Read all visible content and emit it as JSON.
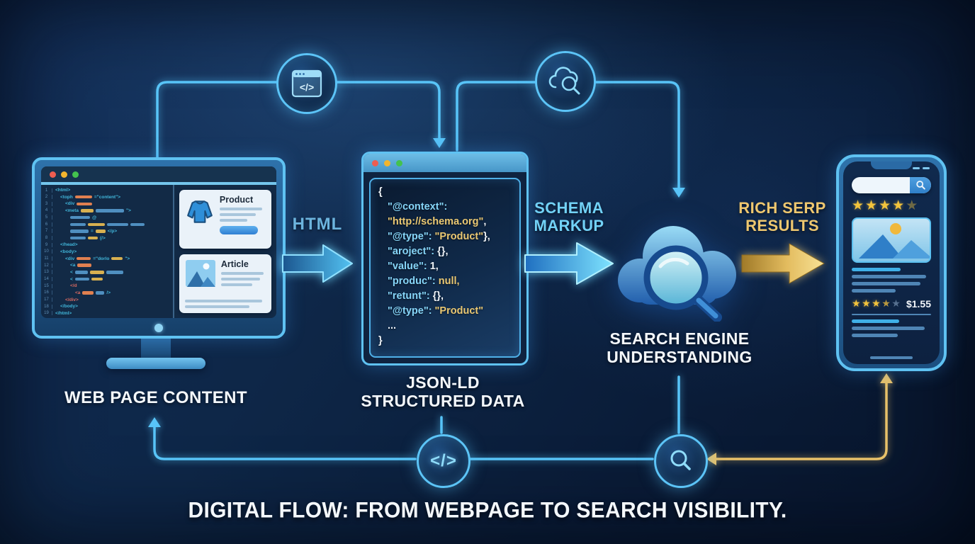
{
  "caption": "DIGITAL FLOW: FROM WEBPAGE TO SEARCH VISIBILITY.",
  "colors": {
    "line_blue": "#58c4f8",
    "line_gold": "#e8c169",
    "accent_cyan": "#72d2f7",
    "accent_gold": "#eec76f",
    "window_border": "#5fc2f2",
    "dot_red": "#ee5d50",
    "dot_yellow": "#f2b52e",
    "dot_green": "#43c24e"
  },
  "monitor": {
    "label": "WEB PAGE CONTENT",
    "cards": [
      {
        "title": "Product"
      },
      {
        "title": "Article"
      }
    ],
    "code_lines": [
      {
        "ind": 0,
        "tokens": [
          {
            "t": "<html>",
            "c": "tag"
          }
        ]
      },
      {
        "ind": 1,
        "tokens": [
          {
            "t": "<toph ",
            "c": "tag"
          },
          {
            "b": 24,
            "c": "o"
          },
          {
            "t": "=\"content\">",
            "c": "tag"
          }
        ]
      },
      {
        "ind": 2,
        "tokens": [
          {
            "t": "<div ",
            "c": "tag"
          },
          {
            "b": 22,
            "c": "o"
          }
        ]
      },
      {
        "ind": 2,
        "tokens": [
          {
            "t": "<meta ",
            "c": "tag"
          },
          {
            "b": 18,
            "c": "y"
          },
          {
            "b": 40,
            "c": "b"
          },
          {
            "t": "\">",
            "c": "tag"
          }
        ]
      },
      {
        "ind": 3,
        "tokens": [
          {
            "b": 28,
            "c": "b"
          },
          {
            "t": "@",
            "c": "tag"
          }
        ]
      },
      {
        "ind": 3,
        "tokens": [
          {
            "b": 22,
            "c": "b"
          },
          {
            "b": 24,
            "c": "y"
          },
          {
            "b": 30,
            "c": "b"
          },
          {
            "b": 20,
            "c": "b"
          }
        ]
      },
      {
        "ind": 3,
        "tokens": [
          {
            "b": 26,
            "c": "b"
          },
          {
            "t": "=",
            "c": "tag"
          },
          {
            "b": 14,
            "c": "y"
          },
          {
            "t": "</p>",
            "c": "tag"
          }
        ]
      },
      {
        "ind": 3,
        "tokens": [
          {
            "b": 22,
            "c": "b"
          },
          {
            "b": 14,
            "c": "y"
          },
          {
            "t": "(/>",
            "c": "tag"
          }
        ]
      },
      {
        "ind": 1,
        "tokens": [
          {
            "t": "</head>",
            "c": "tag"
          }
        ]
      },
      {
        "ind": 1,
        "tokens": [
          {
            "t": "<body>",
            "c": "tag"
          }
        ]
      },
      {
        "ind": 2,
        "tokens": [
          {
            "t": "<div ",
            "c": "tag"
          },
          {
            "b": 20,
            "c": "o"
          },
          {
            "t": "=\"dorlo",
            "c": "tag"
          },
          {
            "b": 16,
            "c": "y"
          },
          {
            "t": "\">",
            "c": "tag"
          }
        ]
      },
      {
        "ind": 3,
        "tokens": [
          {
            "t": "<a ",
            "c": "tag"
          },
          {
            "b": 20,
            "c": "o"
          }
        ]
      },
      {
        "ind": 3,
        "tokens": [
          {
            "t": "<",
            "c": "tag"
          },
          {
            "b": 18,
            "c": "b"
          },
          {
            "b": 20,
            "c": "y"
          },
          {
            "b": 24,
            "c": "b"
          }
        ]
      },
      {
        "ind": 3,
        "tokens": [
          {
            "t": "<",
            "c": "tag"
          },
          {
            "b": 20,
            "c": "b"
          },
          {
            "b": 16,
            "c": "y"
          }
        ]
      },
      {
        "ind": 3,
        "tokens": [
          {
            "t": "</d",
            "c": "red"
          }
        ]
      },
      {
        "ind": 4,
        "tokens": [
          {
            "t": "<a ",
            "c": "red"
          },
          {
            "b": 16,
            "c": "o"
          },
          {
            "b": 12,
            "c": "b"
          },
          {
            "t": "/>",
            "c": "tag"
          }
        ]
      },
      {
        "ind": 2,
        "tokens": [
          {
            "t": "</div>",
            "c": "red"
          }
        ]
      },
      {
        "ind": 1,
        "tokens": [
          {
            "t": "</body>",
            "c": "tag"
          }
        ]
      },
      {
        "ind": 0,
        "tokens": [
          {
            "t": "</html>",
            "c": "tag"
          }
        ]
      }
    ]
  },
  "flow": {
    "arrow1_label": "HTML",
    "arrow2_label_1": "SCHEMA",
    "arrow2_label_2": "MARKUP",
    "arrow3_label_1": "RICH SERP",
    "arrow3_label_2": "RESULTS"
  },
  "json_window": {
    "label_1": "JSON-LD",
    "label_2": "STRUCTURED DATA",
    "code": [
      {
        "ind": 0,
        "seg": [
          {
            "t": "{",
            "c": "w"
          }
        ]
      },
      {
        "ind": 1,
        "seg": [
          {
            "t": "\"@context\":",
            "c": "k"
          }
        ]
      },
      {
        "ind": 1,
        "seg": [
          {
            "t": "\"http://schema.org\"",
            "c": "v"
          },
          {
            "t": ",",
            "c": "w"
          }
        ]
      },
      {
        "ind": 1,
        "seg": [
          {
            "t": "\"@type\":",
            "c": "k"
          },
          {
            "t": " \"Product\"",
            "c": "v"
          },
          {
            "t": "},",
            "c": "w"
          }
        ]
      },
      {
        "ind": 1,
        "seg": [
          {
            "t": "\"aroject\":",
            "c": "k"
          },
          {
            "t": " {},",
            "c": "w"
          }
        ]
      },
      {
        "ind": 1,
        "seg": [
          {
            "t": "\"value\":",
            "c": "k"
          },
          {
            "t": " 1,",
            "c": "w"
          }
        ]
      },
      {
        "ind": 1,
        "seg": [
          {
            "t": "\"produc\":",
            "c": "k"
          },
          {
            "t": " null,",
            "c": "v"
          }
        ]
      },
      {
        "ind": 1,
        "seg": [
          {
            "t": "\"retunt\":",
            "c": "k"
          },
          {
            "t": " {},",
            "c": "w"
          }
        ]
      },
      {
        "ind": 1,
        "seg": [
          {
            "t": "\"@type\":",
            "c": "k"
          },
          {
            "t": " \"Product\"",
            "c": "v"
          }
        ]
      },
      {
        "ind": 1,
        "seg": [
          {
            "t": "...",
            "c": "w"
          }
        ]
      },
      {
        "ind": 0,
        "seg": [
          {
            "t": "}",
            "c": "w"
          }
        ]
      }
    ]
  },
  "cloud": {
    "label_1": "SEARCH ENGINE",
    "label_2": "UNDERSTANDING"
  },
  "phone": {
    "price": "$1.55",
    "star_char": "★",
    "stars_row1": [
      "g",
      "g",
      "g",
      "g",
      "half"
    ],
    "stars_row2": [
      "g",
      "g",
      "g",
      "dim",
      "gray"
    ]
  }
}
